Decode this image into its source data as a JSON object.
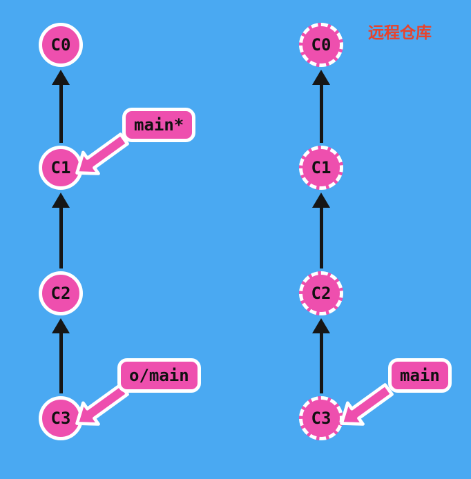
{
  "local": {
    "commits": [
      {
        "id": "C0"
      },
      {
        "id": "C1"
      },
      {
        "id": "C2"
      },
      {
        "id": "C3"
      }
    ],
    "edges": [
      {
        "from": "C1",
        "to": "C0"
      },
      {
        "from": "C2",
        "to": "C1"
      },
      {
        "from": "C3",
        "to": "C2"
      }
    ],
    "labels": [
      {
        "text": "main*",
        "points_to": "C1"
      },
      {
        "text": "o/main",
        "points_to": "C3"
      }
    ]
  },
  "remote": {
    "title": "远程仓库",
    "commits": [
      {
        "id": "C0"
      },
      {
        "id": "C1"
      },
      {
        "id": "C2"
      },
      {
        "id": "C3"
      }
    ],
    "edges": [
      {
        "from": "C1",
        "to": "C0"
      },
      {
        "from": "C2",
        "to": "C1"
      },
      {
        "from": "C3",
        "to": "C2"
      }
    ],
    "labels": [
      {
        "text": "main",
        "points_to": "C3"
      }
    ]
  },
  "colors": {
    "background": "#4aa9f2",
    "node_fill": "#ee4fae",
    "node_border": "#ffffff",
    "node_text": "#111111",
    "edge_arrow": "#161616",
    "label_fill": "#ee4fae",
    "label_border": "#ffffff",
    "remote_title_text": "#e8432c"
  }
}
